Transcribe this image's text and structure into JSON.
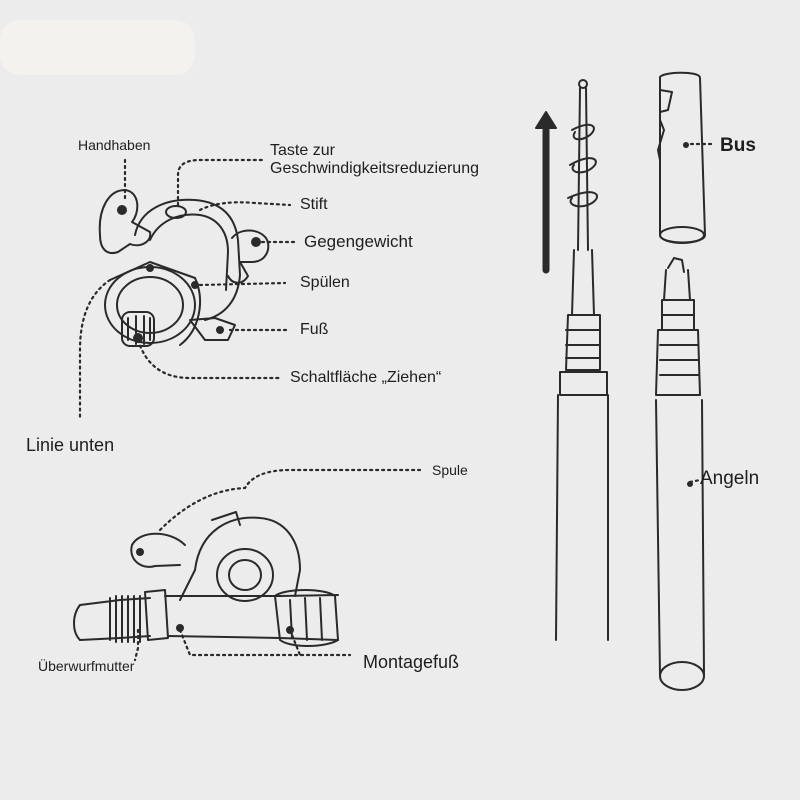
{
  "labels": {
    "handhaben": "Handhaben",
    "taste_line1": "Taste zur",
    "taste_line2": "Geschwindigkeitsreduzierung",
    "stift": "Stift",
    "gegengewicht": "Gegengewicht",
    "spuelen": "Spülen",
    "fuss": "Fuß",
    "schaltflaeche": "Schaltfläche „Ziehen“",
    "linie_unten": "Linie unten",
    "spule": "Spule",
    "ueberwurfmutter": "Überwurfmutter",
    "montagefuss": "Montagefuß",
    "bus": "Bus",
    "angeln": "Angeln"
  },
  "colors": {
    "background": "#ececec",
    "ink": "#2a2a2a",
    "label": "#1e1e1e"
  }
}
